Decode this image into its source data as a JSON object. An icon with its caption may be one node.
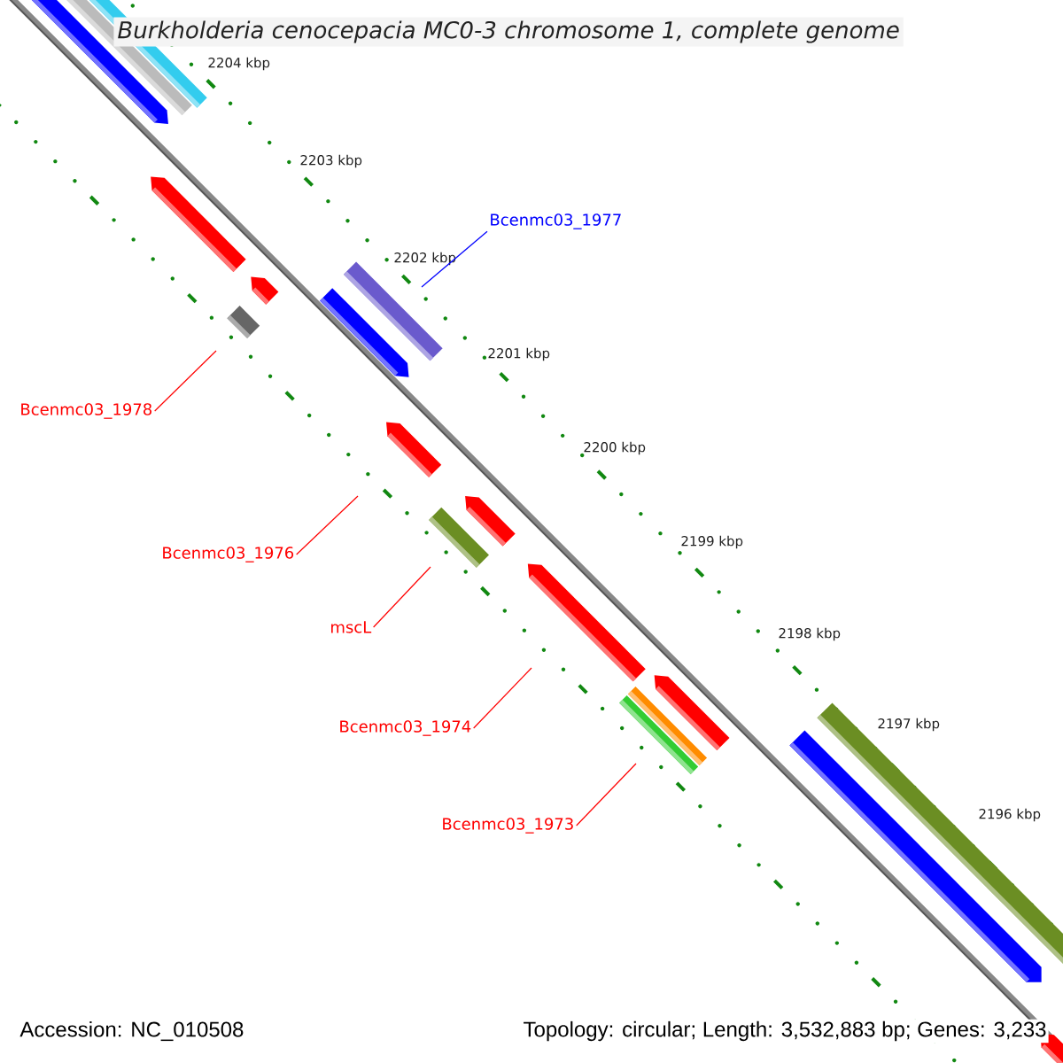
{
  "diagram": {
    "title": "Burkholderia cenocepacia MC0-3 chromosome 1, complete genome",
    "nodes": [
      {
        "text": [
          "Bcenmc03_1977"
        ]
      },
      {
        "text": [
          "Bcenmc03_1978"
        ]
      },
      {
        "text": [
          "Bcenmc03_1976"
        ]
      },
      {
        "text": [
          "mscL"
        ]
      },
      {
        "text": [
          "Bcenmc03_1974"
        ]
      },
      {
        "text": [
          "Bcenmc03_1973"
        ]
      }
    ],
    "edges": [
      {
        "from": 0,
        "to": null,
        "arrow": "none",
        "color": "#0000ff"
      },
      {
        "from": 1,
        "to": null,
        "arrow": "none"
      },
      {
        "from": 2,
        "to": null,
        "arrow": "none"
      },
      {
        "from": 3,
        "to": null,
        "arrow": "none"
      },
      {
        "from": 4,
        "to": null,
        "arrow": "none"
      },
      {
        "from": 5,
        "to": null,
        "arrow": "none"
      }
    ],
    "labels": [
      "2204 kbp",
      "2203 kbp",
      "2202 kbp",
      "2201 kbp",
      "2200 kbp",
      "2199 kbp",
      "2198 kbp",
      "2197 kbp",
      "2196 kbp",
      "Accession: NC_010508",
      "Topology: circular; Length: 3,532,883 bp; Genes: 3,233"
    ]
  }
}
